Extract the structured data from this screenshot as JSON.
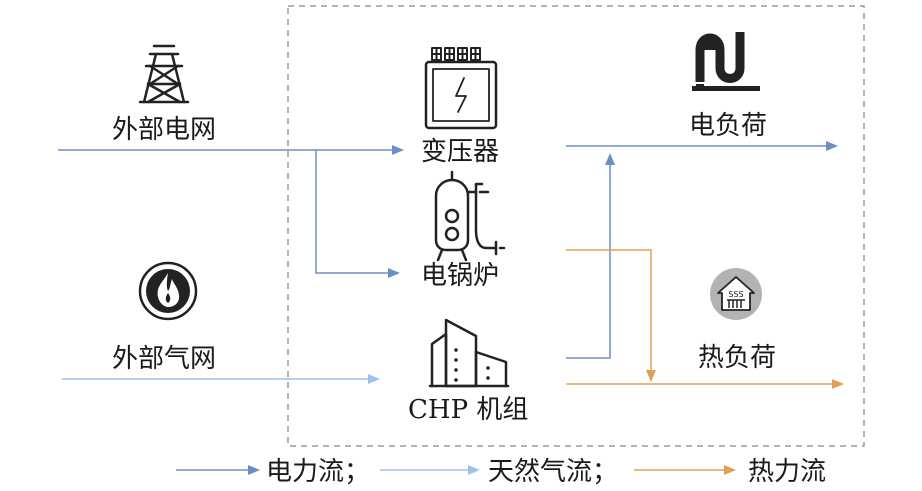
{
  "nodes": {
    "grid": "外部电网",
    "gas": "外部气网",
    "transformer": "变压器",
    "boiler": "电锅炉",
    "chp": "CHP 机组",
    "elec_load": "电负荷",
    "heat_load": "热负荷"
  },
  "legend": [
    {
      "label": "电力流；",
      "color": "#6b8fbf"
    },
    {
      "label": "天然气流；",
      "color": "#9fc3e7"
    },
    {
      "label": "热力流",
      "color": "#e0a050"
    }
  ],
  "colors": {
    "electric": "#6b8fbf",
    "gas": "#9fc3e7",
    "heat": "#e0a050",
    "border": "#a09a8c"
  },
  "icons": {
    "grid": "power-tower-icon",
    "gas": "flame-icon",
    "transformer": "transformer-icon",
    "boiler": "electric-boiler-icon",
    "chp": "chp-building-icon",
    "elec_load": "electric-load-icon",
    "heat_load": "house-heat-icon"
  },
  "heat_load_symbol": "SSS"
}
